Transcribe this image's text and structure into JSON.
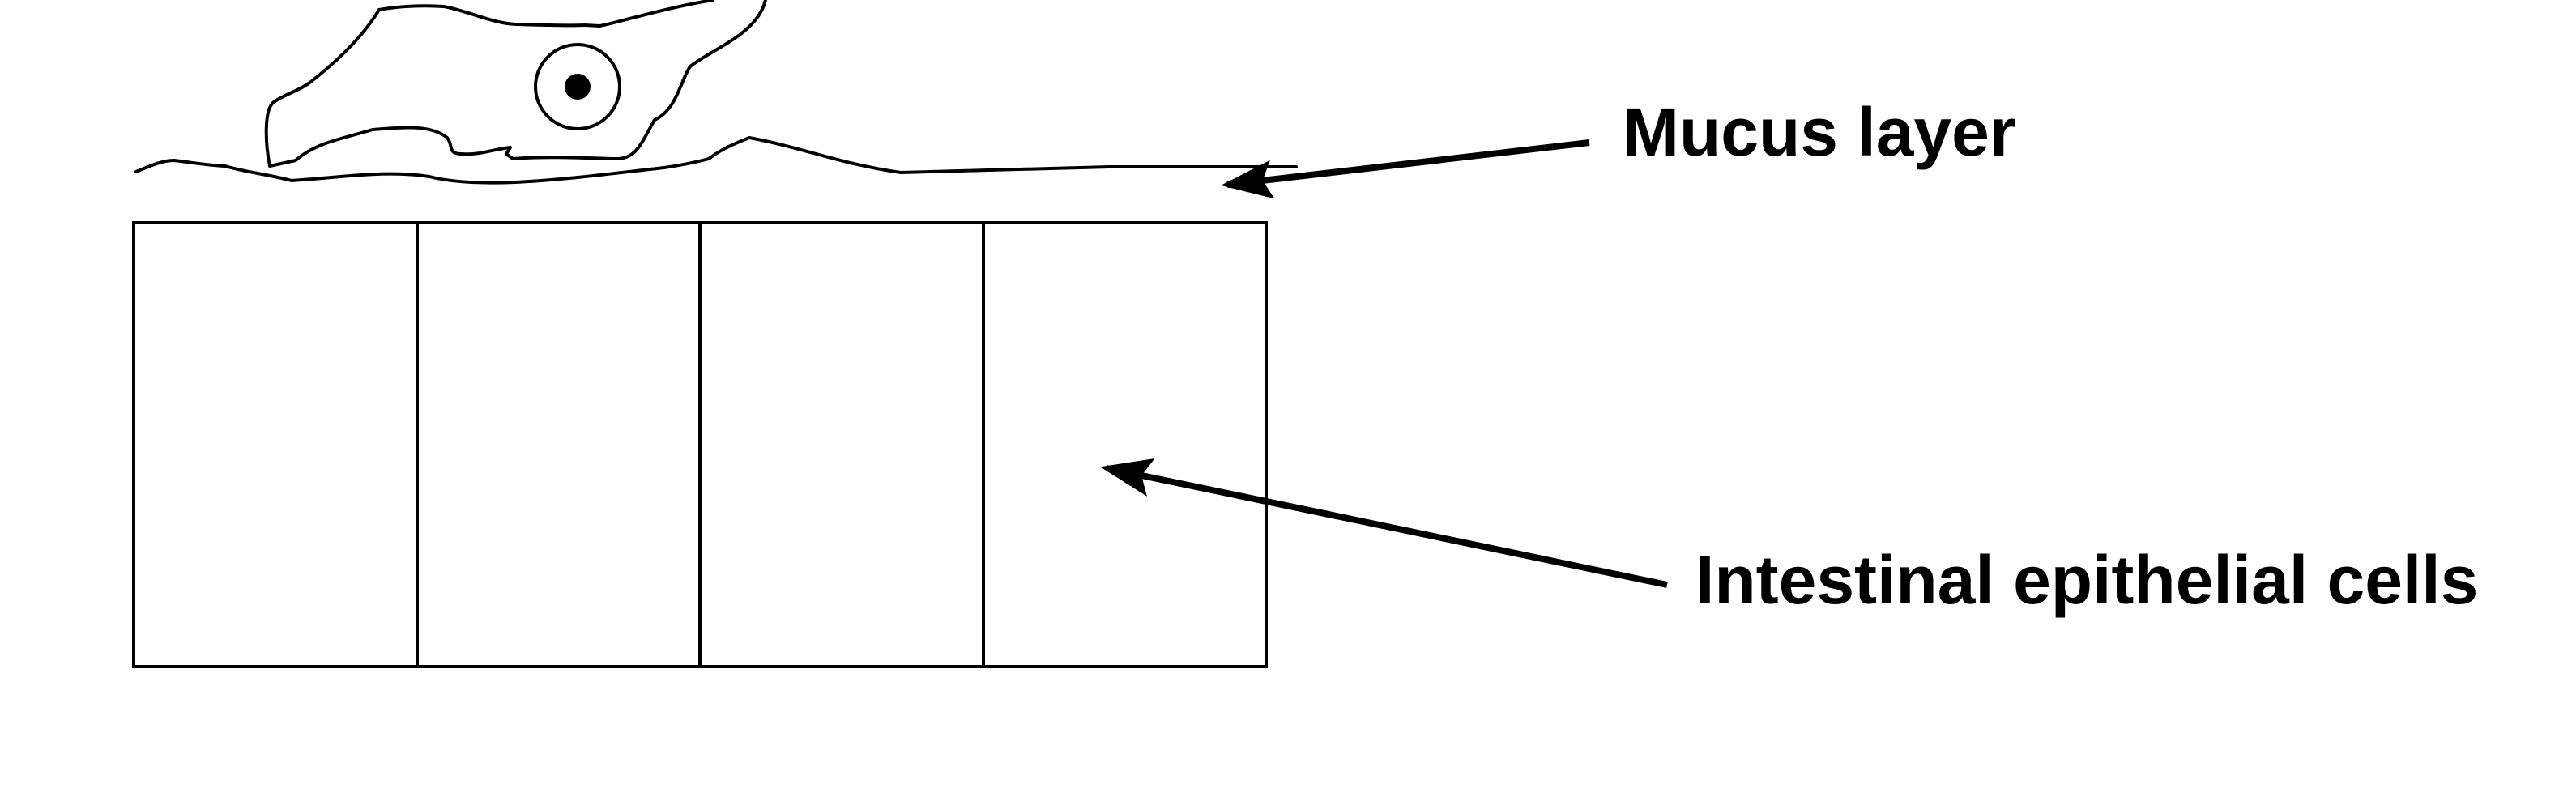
{
  "labels": {
    "mucus_layer": "Mucus layer",
    "epithelial_cells": "Intestinal epithelial cells"
  },
  "epithelium": {
    "cell_count": 4
  },
  "colors": {
    "stroke": "#000000",
    "background": "#ffffff"
  }
}
